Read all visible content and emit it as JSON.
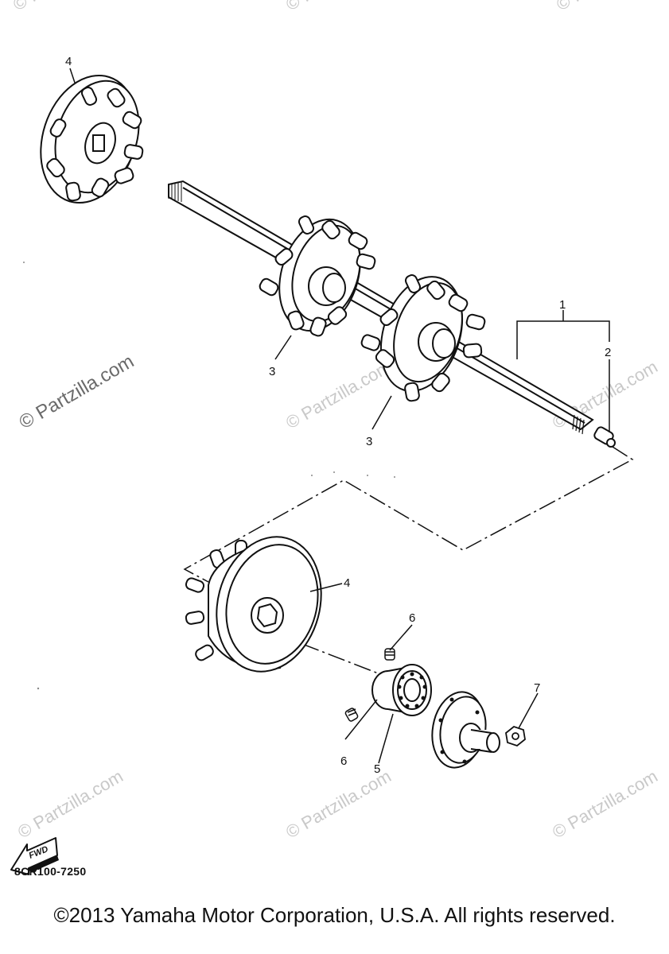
{
  "callouts": {
    "c1": "1",
    "c2": "2",
    "c3a": "3",
    "c3b": "3",
    "c4a": "4",
    "c4b": "4",
    "c5": "5",
    "c6a": "6",
    "c6b": "6",
    "c7": "7"
  },
  "watermark": {
    "text": "© Partzilla.com",
    "faint": "© Partzilla.com"
  },
  "fwd_label": "FWD",
  "diagram_code": "8CR100-7250",
  "copyright": "©2013  Yamaha Motor Corporation, U.S.A. All rights reserved."
}
